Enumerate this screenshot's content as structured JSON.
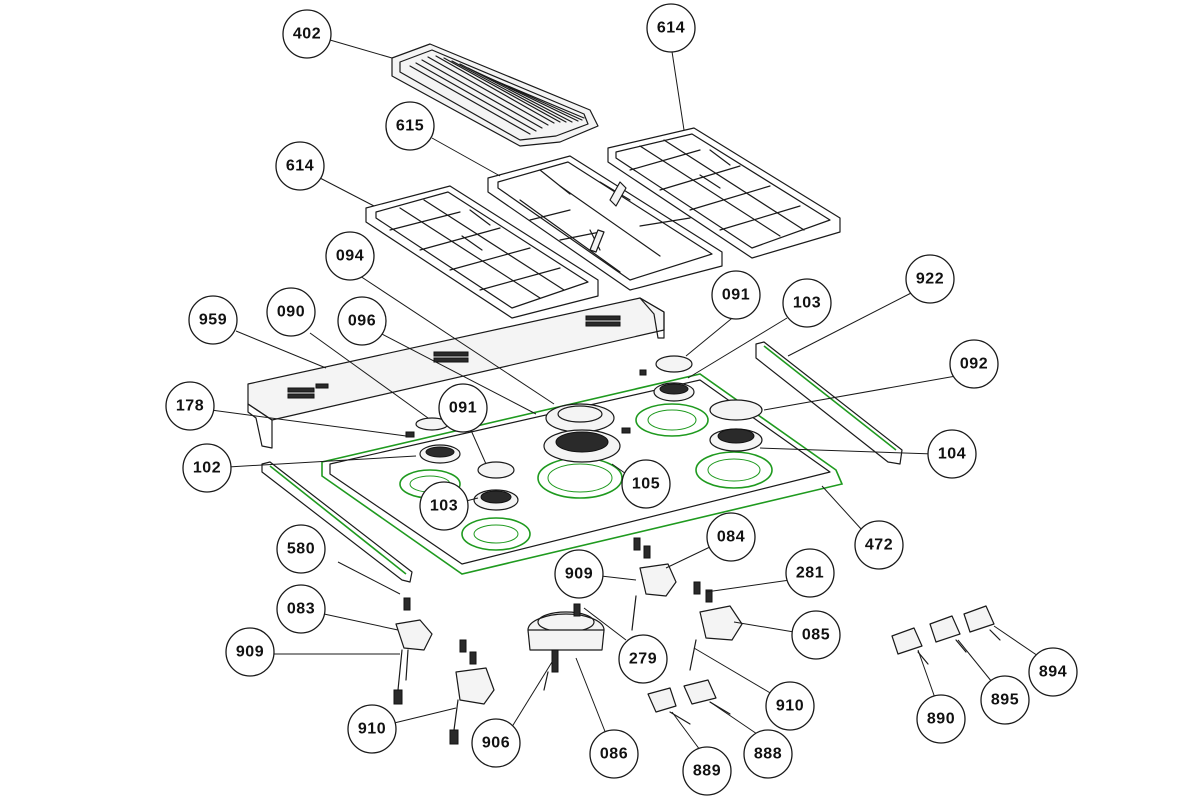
{
  "callouts": [
    {
      "id": "c402a",
      "label": "402"
    },
    {
      "id": "c614a",
      "label": "614"
    },
    {
      "id": "c615",
      "label": "615"
    },
    {
      "id": "c614b",
      "label": "614"
    },
    {
      "id": "c094",
      "label": "094"
    },
    {
      "id": "c091a",
      "label": "091"
    },
    {
      "id": "c103a",
      "label": "103"
    },
    {
      "id": "c922",
      "label": "922"
    },
    {
      "id": "c959",
      "label": "959"
    },
    {
      "id": "c090",
      "label": "090"
    },
    {
      "id": "c096",
      "label": "096"
    },
    {
      "id": "c092",
      "label": "092"
    },
    {
      "id": "c178",
      "label": "178"
    },
    {
      "id": "c091b",
      "label": "091"
    },
    {
      "id": "c104",
      "label": "104"
    },
    {
      "id": "c102",
      "label": "102"
    },
    {
      "id": "c105",
      "label": "105"
    },
    {
      "id": "c103b",
      "label": "103"
    },
    {
      "id": "c472",
      "label": "472"
    },
    {
      "id": "c084",
      "label": "084"
    },
    {
      "id": "c580",
      "label": "580"
    },
    {
      "id": "c909a",
      "label": "909"
    },
    {
      "id": "c281",
      "label": "281"
    },
    {
      "id": "c083",
      "label": "083"
    },
    {
      "id": "c085",
      "label": "085"
    },
    {
      "id": "c279",
      "label": "279"
    },
    {
      "id": "c909b",
      "label": "909"
    },
    {
      "id": "c894",
      "label": "894"
    },
    {
      "id": "c895",
      "label": "895"
    },
    {
      "id": "c910a",
      "label": "910"
    },
    {
      "id": "c890",
      "label": "890"
    },
    {
      "id": "c910b",
      "label": "910"
    },
    {
      "id": "c906",
      "label": "906"
    },
    {
      "id": "c086",
      "label": "086"
    },
    {
      "id": "c888",
      "label": "888"
    },
    {
      "id": "c889",
      "label": "889"
    }
  ],
  "colors": {
    "line": "#1a1a1a",
    "seal_green": "#1f9a1f",
    "background": "#ffffff"
  }
}
